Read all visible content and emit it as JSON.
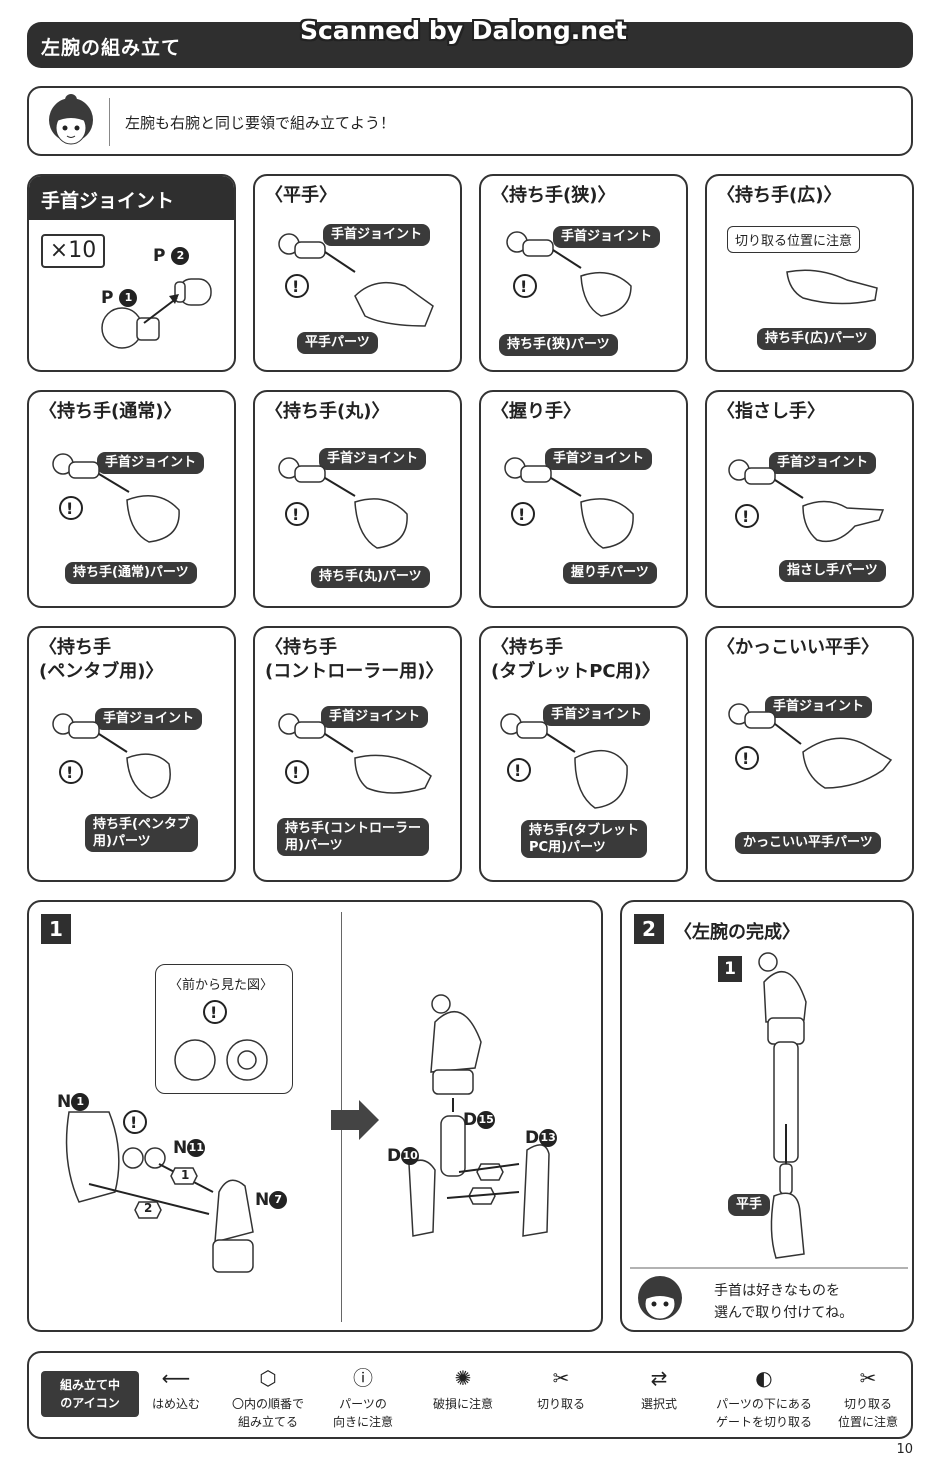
{
  "header": {
    "title": "左腕の組み立て",
    "watermark": "Scanned by Dalong.net"
  },
  "intro": {
    "text": "左腕も右腕と同じ要領で組み立てよう！"
  },
  "wrist_joint": {
    "title": "手首ジョイント",
    "count": "×10",
    "p2": "P",
    "p2_num": "2",
    "p1": "P",
    "p1_num": "1"
  },
  "joint_label": "手首ジョイント",
  "hands": [
    {
      "title": "〈平手〉",
      "part": "平手パーツ"
    },
    {
      "title": "〈持ち手(狭)〉",
      "part": "持ち手(狭)パーツ"
    },
    {
      "title": "〈持ち手(広)〉",
      "part": "持ち手(広)パーツ",
      "note": "切り取る位置に注意"
    },
    {
      "title": "〈持ち手(通常)〉",
      "part": "持ち手(通常)パーツ"
    },
    {
      "title": "〈持ち手(丸)〉",
      "part": "持ち手(丸)パーツ"
    },
    {
      "title": "〈握り手〉",
      "part": "握り手パーツ"
    },
    {
      "title": "〈指さし手〉",
      "part": "指さし手パーツ"
    },
    {
      "title": "〈持ち手\n(ペンタブ用)〉",
      "part": "持ち手(ペンタブ\n用)パーツ"
    },
    {
      "title": "〈持ち手\n(コントローラー用)〉",
      "part": "持ち手(コントローラー\n用)パーツ"
    },
    {
      "title": "〈持ち手\n(タブレットPC用)〉",
      "part": "持ち手(タブレット\nPC用)パーツ"
    },
    {
      "title": "〈かっこいい平手〉",
      "part": "かっこいい平手パーツ"
    }
  ],
  "step1": {
    "num": "1",
    "front_view": "〈前から見た図〉",
    "parts": {
      "n1": "N",
      "n1_num": "1",
      "n11": "N",
      "n11_num": "11",
      "n7": "N",
      "n7_num": "7",
      "d15": "D",
      "d15_num": "15",
      "d10": "D",
      "d10_num": "10",
      "d13": "D",
      "d13_num": "13"
    },
    "order1": "1",
    "order2": "2"
  },
  "step2": {
    "num": "2",
    "title": "〈左腕の完成〉",
    "ref": "1",
    "hand_label": "平手",
    "tip": "手首は好きなものを\n選んで取り付けてね。"
  },
  "legend": {
    "label": "組み立て中\nのアイコン",
    "items": [
      {
        "icon": "arrow-icon",
        "text": "はめ込む"
      },
      {
        "icon": "order-icon",
        "text": "〇内の順番で\n組み立てる"
      },
      {
        "icon": "warning-icon",
        "text": "パーツの\n向きに注意"
      },
      {
        "icon": "break-icon",
        "text": "破損に注意"
      },
      {
        "icon": "cut-icon",
        "text": "切り取る"
      },
      {
        "icon": "choice-icon",
        "text": "選択式"
      },
      {
        "icon": "gate-icon",
        "text": "パーツの下にある\nゲートを切り取る"
      },
      {
        "icon": "cut-position-icon",
        "text": "切り取る\n位置に注意"
      }
    ]
  },
  "page_number": "10"
}
